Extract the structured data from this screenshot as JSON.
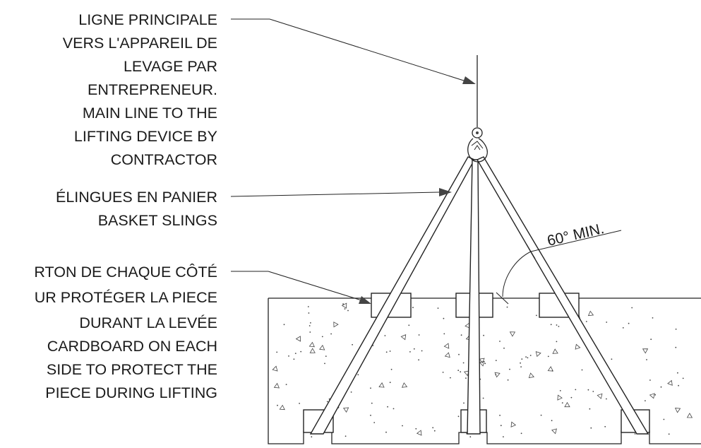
{
  "labels": {
    "main_line": [
      "LIGNE PRINCIPALE",
      "VERS L'APPAREIL DE",
      "LEVAGE PAR",
      "ENTREPRENEUR.",
      "MAIN LINE TO THE",
      "LIFTING DEVICE BY",
      "CONTRACTOR"
    ],
    "slings": [
      "ÉLINGUES EN PANIER",
      "BASKET SLINGS"
    ],
    "cardboard": [
      "RTON DE CHAQUE CÔTÉ",
      "UR PROTÉGER LA PIECE",
      "DURANT LA LEVÉE",
      "CARDBOARD ON EACH",
      "SIDE TO PROTECT THE",
      "PIECE DURING LIFTING"
    ]
  },
  "angle_note": "60° MIN.",
  "colors": {
    "line": "#222222",
    "text": "#1a1a1a",
    "background": "#ffffff"
  }
}
